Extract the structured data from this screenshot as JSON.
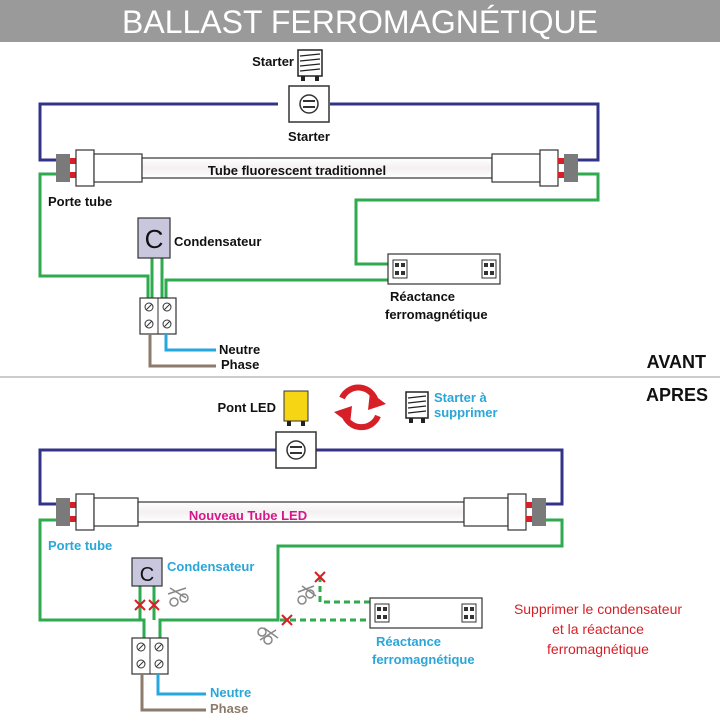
{
  "title": "BALLAST FERROMAGNÉTIQUE",
  "before": {
    "section_label": "AVANT",
    "starter_label_top": "Starter",
    "starter_label_bottom": "Starter",
    "tube_label": "Tube fluorescent traditionnel",
    "tube_holder_label": "Porte tube",
    "capacitor_symbol": "C",
    "capacitor_label": "Condensateur",
    "reactance_label_line1": "Réactance",
    "reactance_label_line2": "ferromagnétique",
    "neutral_label": "Neutre",
    "phase_label": "Phase"
  },
  "after": {
    "section_label": "APRES",
    "led_bridge_label": "Pont LED",
    "starter_remove_line1": "Starter à",
    "starter_remove_line2": "supprimer",
    "tube_label": "Nouveau Tube LED",
    "tube_holder_label": "Porte tube",
    "capacitor_symbol": "C",
    "capacitor_label": "Condensateur",
    "reactance_label_line1": "Réactance",
    "reactance_label_line2": "ferromagnétique",
    "remove_note_line1": "Supprimer le condensateur",
    "remove_note_line2": "et la réactance",
    "remove_note_line3": "ferromagnétique",
    "neutral_label": "Neutre",
    "phase_label": "Phase"
  },
  "colors": {
    "title_bar": "#9a9a9a",
    "title_text": "#ffffff",
    "wire_top": "#33338a",
    "wire_green": "#2eaa4f",
    "wire_neutral": "#27a7df",
    "wire_phase": "#8c7a6b",
    "label_blue": "#2aa6d8",
    "label_magenta": "#d6178a",
    "label_red": "#d61f26",
    "led_bridge": "#f5d514",
    "swap_arrows": "#d61f26",
    "cut_marks": "#d61f26"
  },
  "icons": [
    "starter-icon",
    "swap-arrows-icon",
    "scissors-icon",
    "cross-icon",
    "terminal-block-icon"
  ]
}
